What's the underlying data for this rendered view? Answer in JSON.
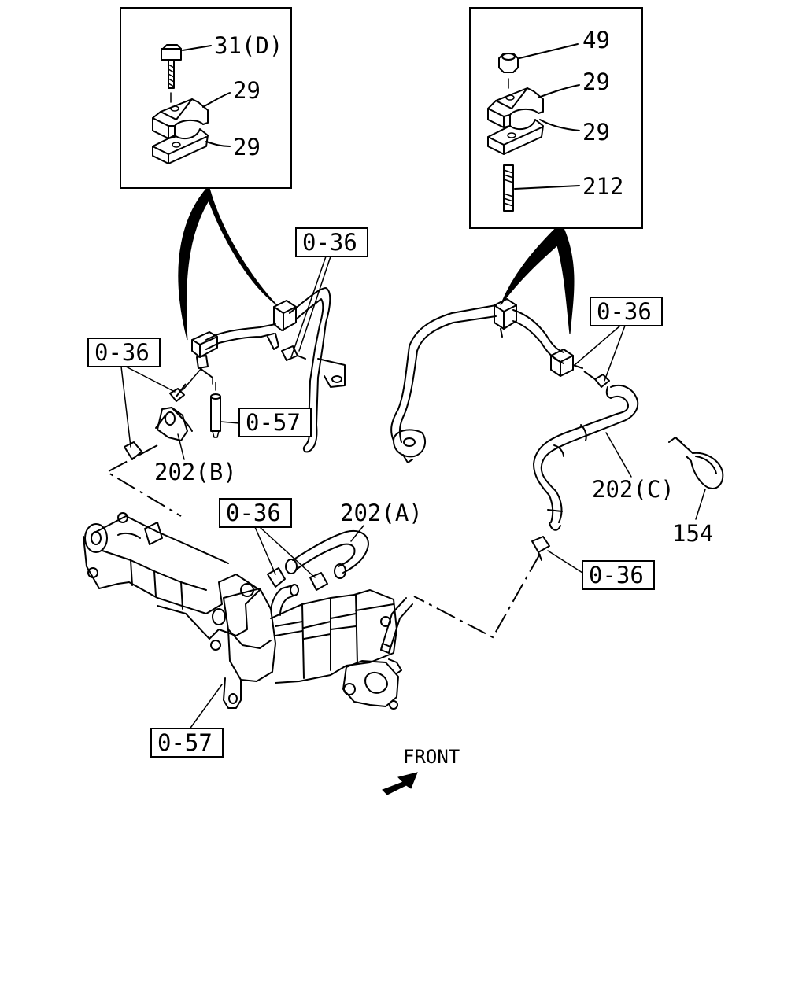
{
  "callouts": {
    "inset_left_bolt": "31(D)",
    "inset_left_upper_clamp": "29",
    "inset_left_lower_clamp": "29",
    "inset_right_nut": "49",
    "inset_right_upper_clamp": "29",
    "inset_right_lower_clamp": "29",
    "inset_right_stud": "212",
    "hose_b": "202(B)",
    "hose_a": "202(A)",
    "hose_c": "202(C)",
    "tie_strap": "154"
  },
  "ref_boxes": {
    "top_center": "0-36",
    "left_mid": "0-36",
    "left_pin": "0-57",
    "right_clamp": "0-36",
    "center_hose": "0-36",
    "right_lower": "0-36",
    "bottom_left": "0-57"
  },
  "front_label": "FRONT"
}
